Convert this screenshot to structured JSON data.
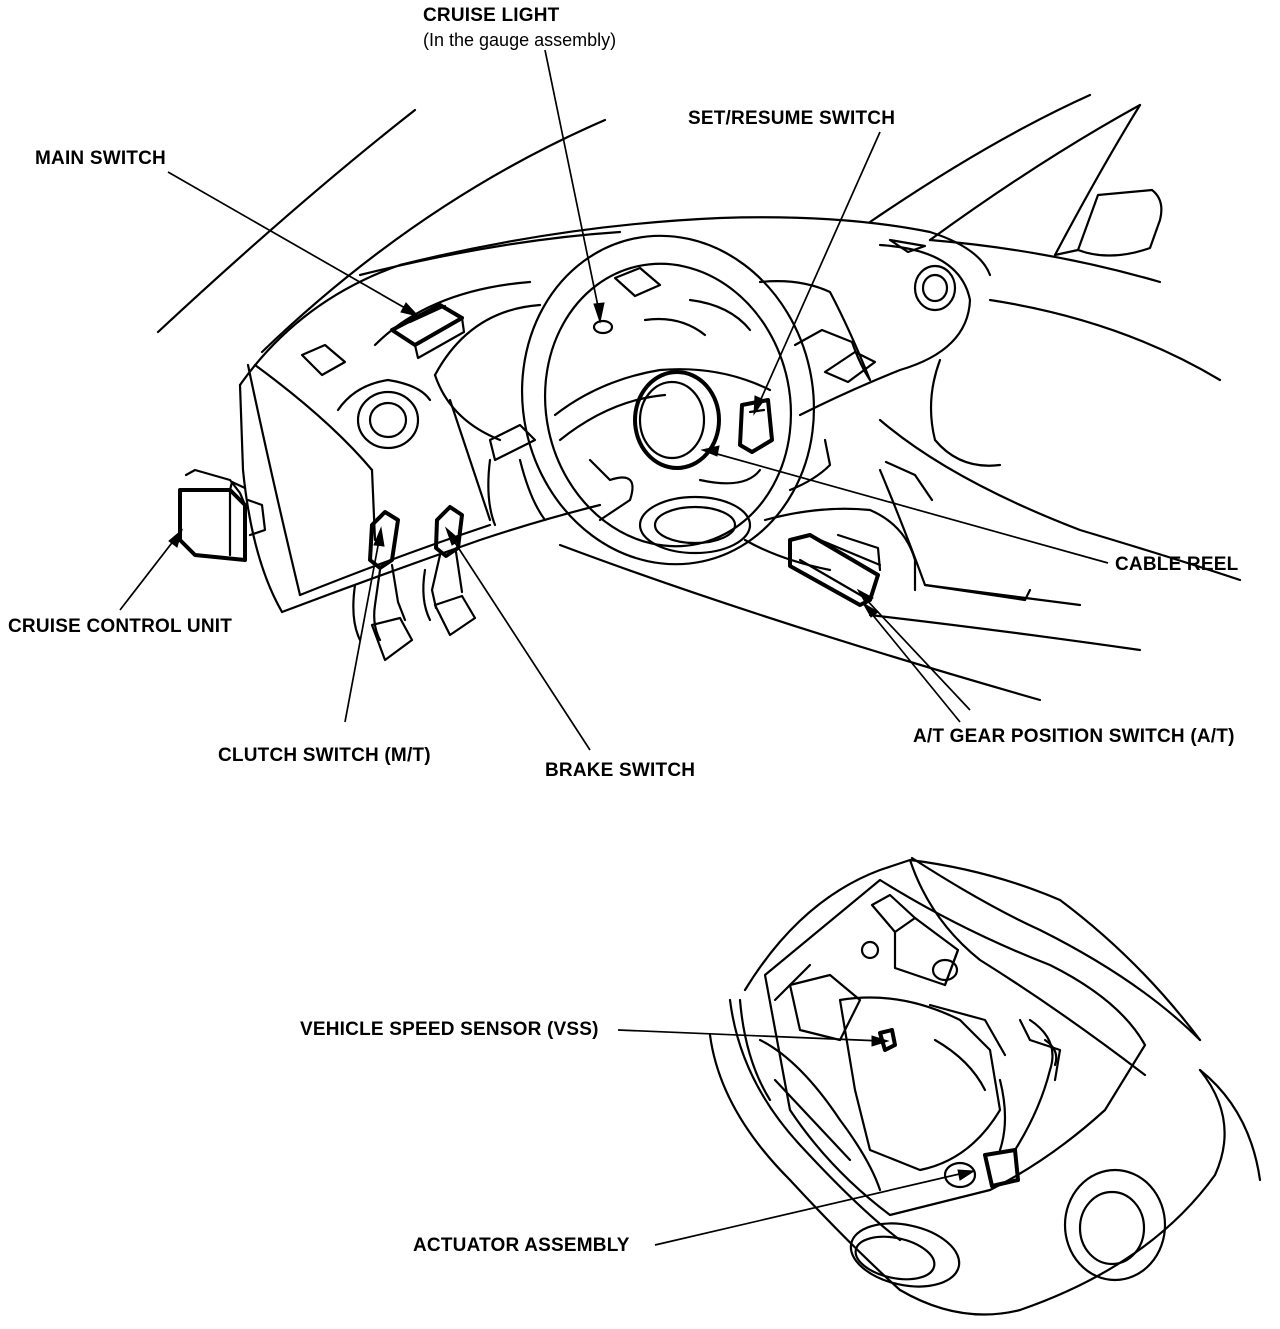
{
  "labels": {
    "cruise_light": "CRUISE LIGHT",
    "cruise_light_note": "(In the gauge assembly)",
    "set_resume_switch": "SET/RESUME SWITCH",
    "main_switch": "MAIN SWITCH",
    "cable_reel": "CABLE REEL",
    "cruise_control_unit": "CRUISE CONTROL UNIT",
    "clutch_switch": "CLUTCH SWITCH (M/T)",
    "brake_switch": "BRAKE SWITCH",
    "at_gear_position_switch": "A/T GEAR POSITION SWITCH (A/T)",
    "vehicle_speed_sensor": "VEHICLE SPEED SENSOR (VSS)",
    "actuator_assembly": "ACTUATOR ASSEMBLY"
  }
}
